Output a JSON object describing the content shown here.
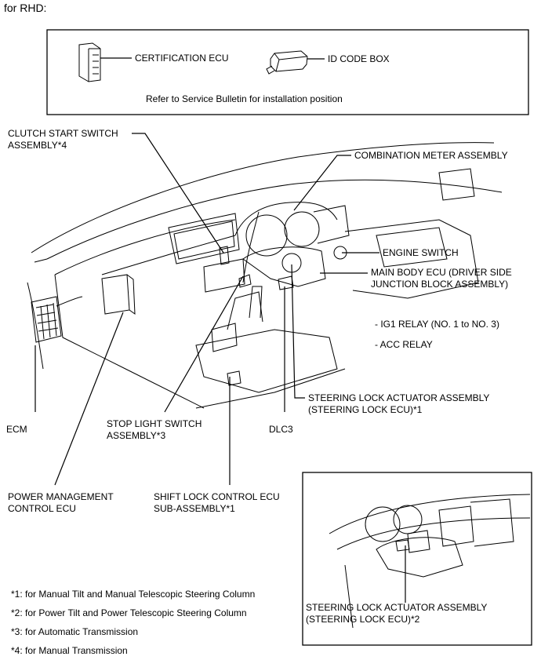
{
  "header": "for RHD:",
  "legend_box": {
    "certification_ecu": "CERTIFICATION ECU",
    "id_code_box": "ID CODE BOX",
    "note": "Refer to Service Bulletin for installation position"
  },
  "labels": {
    "clutch_start_switch": "CLUTCH START SWITCH\nASSEMBLY*4",
    "combination_meter": "COMBINATION METER ASSEMBLY",
    "engine_switch": "ENGINE SWITCH",
    "main_body_ecu": "MAIN BODY ECU (DRIVER SIDE\nJUNCTION BLOCK ASSEMBLY)",
    "ig1_relay": "- IG1 RELAY (NO. 1 to NO. 3)",
    "acc_relay": "- ACC RELAY",
    "steering_lock_actuator_1": "STEERING LOCK ACTUATOR ASSEMBLY\n(STEERING LOCK ECU)*1",
    "ecm": "ECM",
    "stop_light_switch": "STOP LIGHT SWITCH\nASSEMBLY*3",
    "dlc3": "DLC3",
    "power_management_ecu": "POWER MANAGEMENT\nCONTROL ECU",
    "shift_lock_ecu": "SHIFT LOCK CONTROL ECU\nSUB-ASSEMBLY*1",
    "steering_lock_actuator_2": "STEERING LOCK ACTUATOR ASSEMBLY\n(STEERING LOCK ECU)*2"
  },
  "footnotes": [
    "*1: for Manual Tilt and Manual Telescopic Steering Column",
    "*2: for Power Tilt and Power Telescopic Steering Column",
    "*3: for Automatic Transmission",
    "*4: for Manual Transmission"
  ]
}
